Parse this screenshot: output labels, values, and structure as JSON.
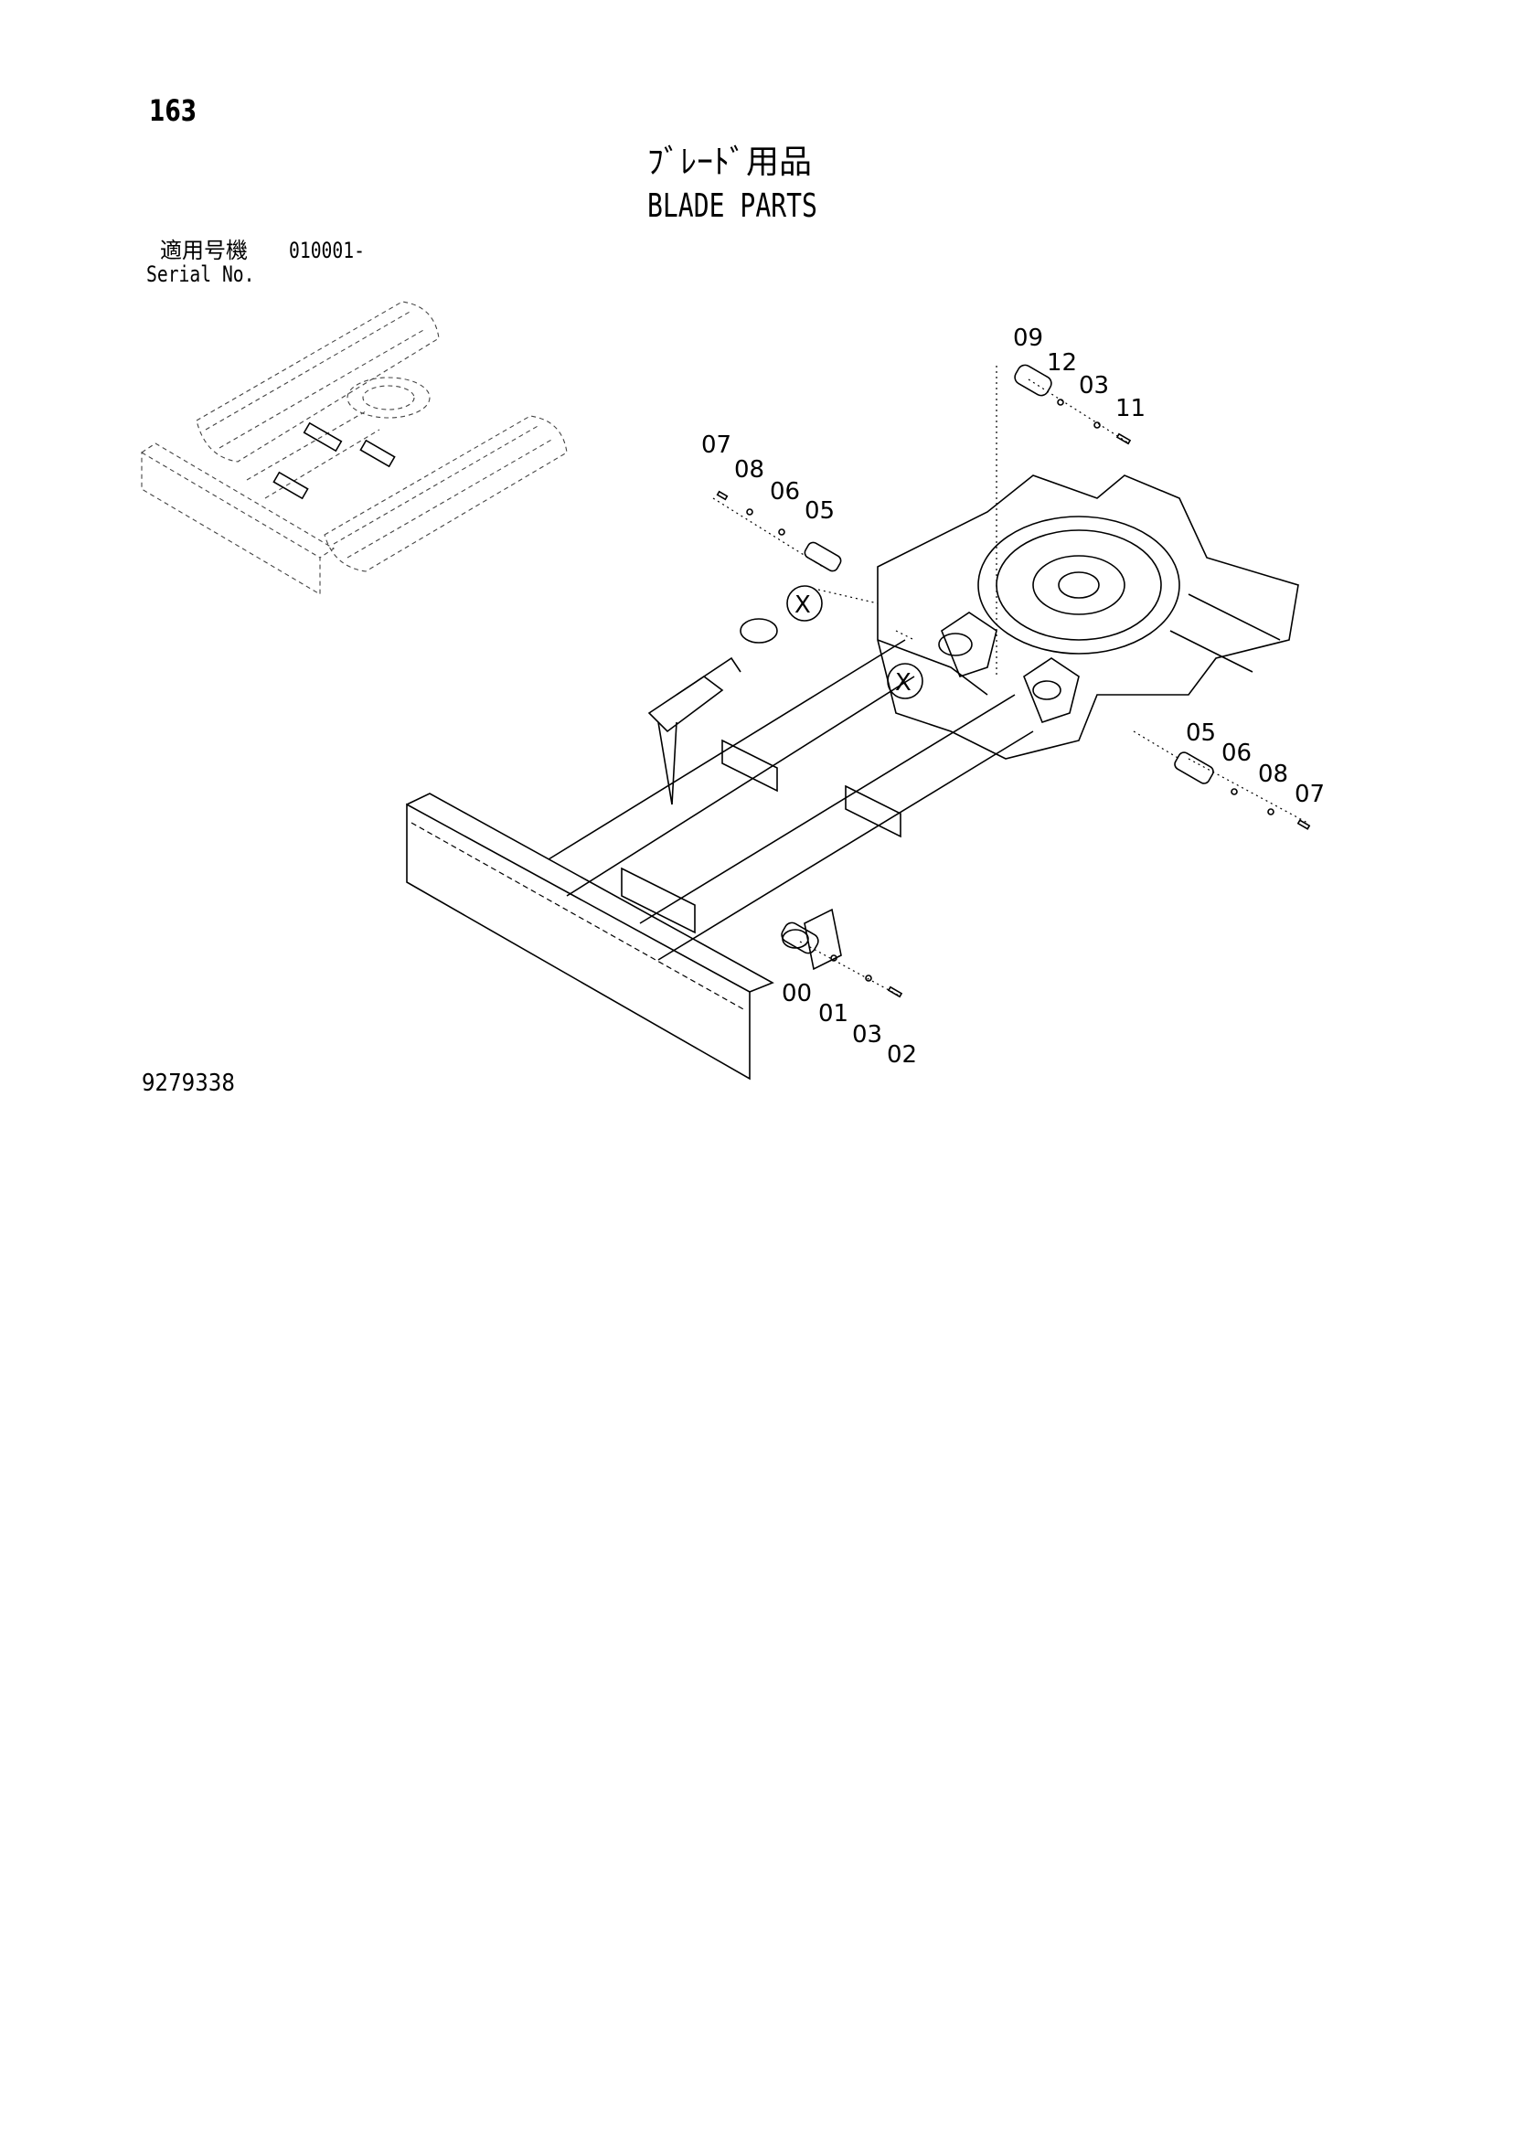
{
  "page": {
    "number": "163",
    "title_jp": "ﾌﾞﾚｰﾄﾞ用品",
    "title_en": "BLADE PARTS",
    "serial_label_jp": "適用号機",
    "serial_range": "010001-",
    "serial_label_en": "Serial No.",
    "drawing_number": "9279338"
  },
  "callouts": [
    {
      "id": "c09a",
      "label": "09"
    },
    {
      "id": "c12a",
      "label": "12"
    },
    {
      "id": "c03a",
      "label": "03"
    },
    {
      "id": "c11a",
      "label": "11"
    },
    {
      "id": "c07a",
      "label": "07"
    },
    {
      "id": "c08a",
      "label": "08"
    },
    {
      "id": "c06a",
      "label": "06"
    },
    {
      "id": "c05a",
      "label": "05"
    },
    {
      "id": "c05b",
      "label": "05"
    },
    {
      "id": "c06b",
      "label": "06"
    },
    {
      "id": "c08b",
      "label": "08"
    },
    {
      "id": "c07b",
      "label": "07"
    },
    {
      "id": "c00",
      "label": "00"
    },
    {
      "id": "c01",
      "label": "01"
    },
    {
      "id": "c03b",
      "label": "03"
    },
    {
      "id": "c02",
      "label": "02"
    }
  ],
  "reference_markers": [
    "X",
    "X"
  ]
}
